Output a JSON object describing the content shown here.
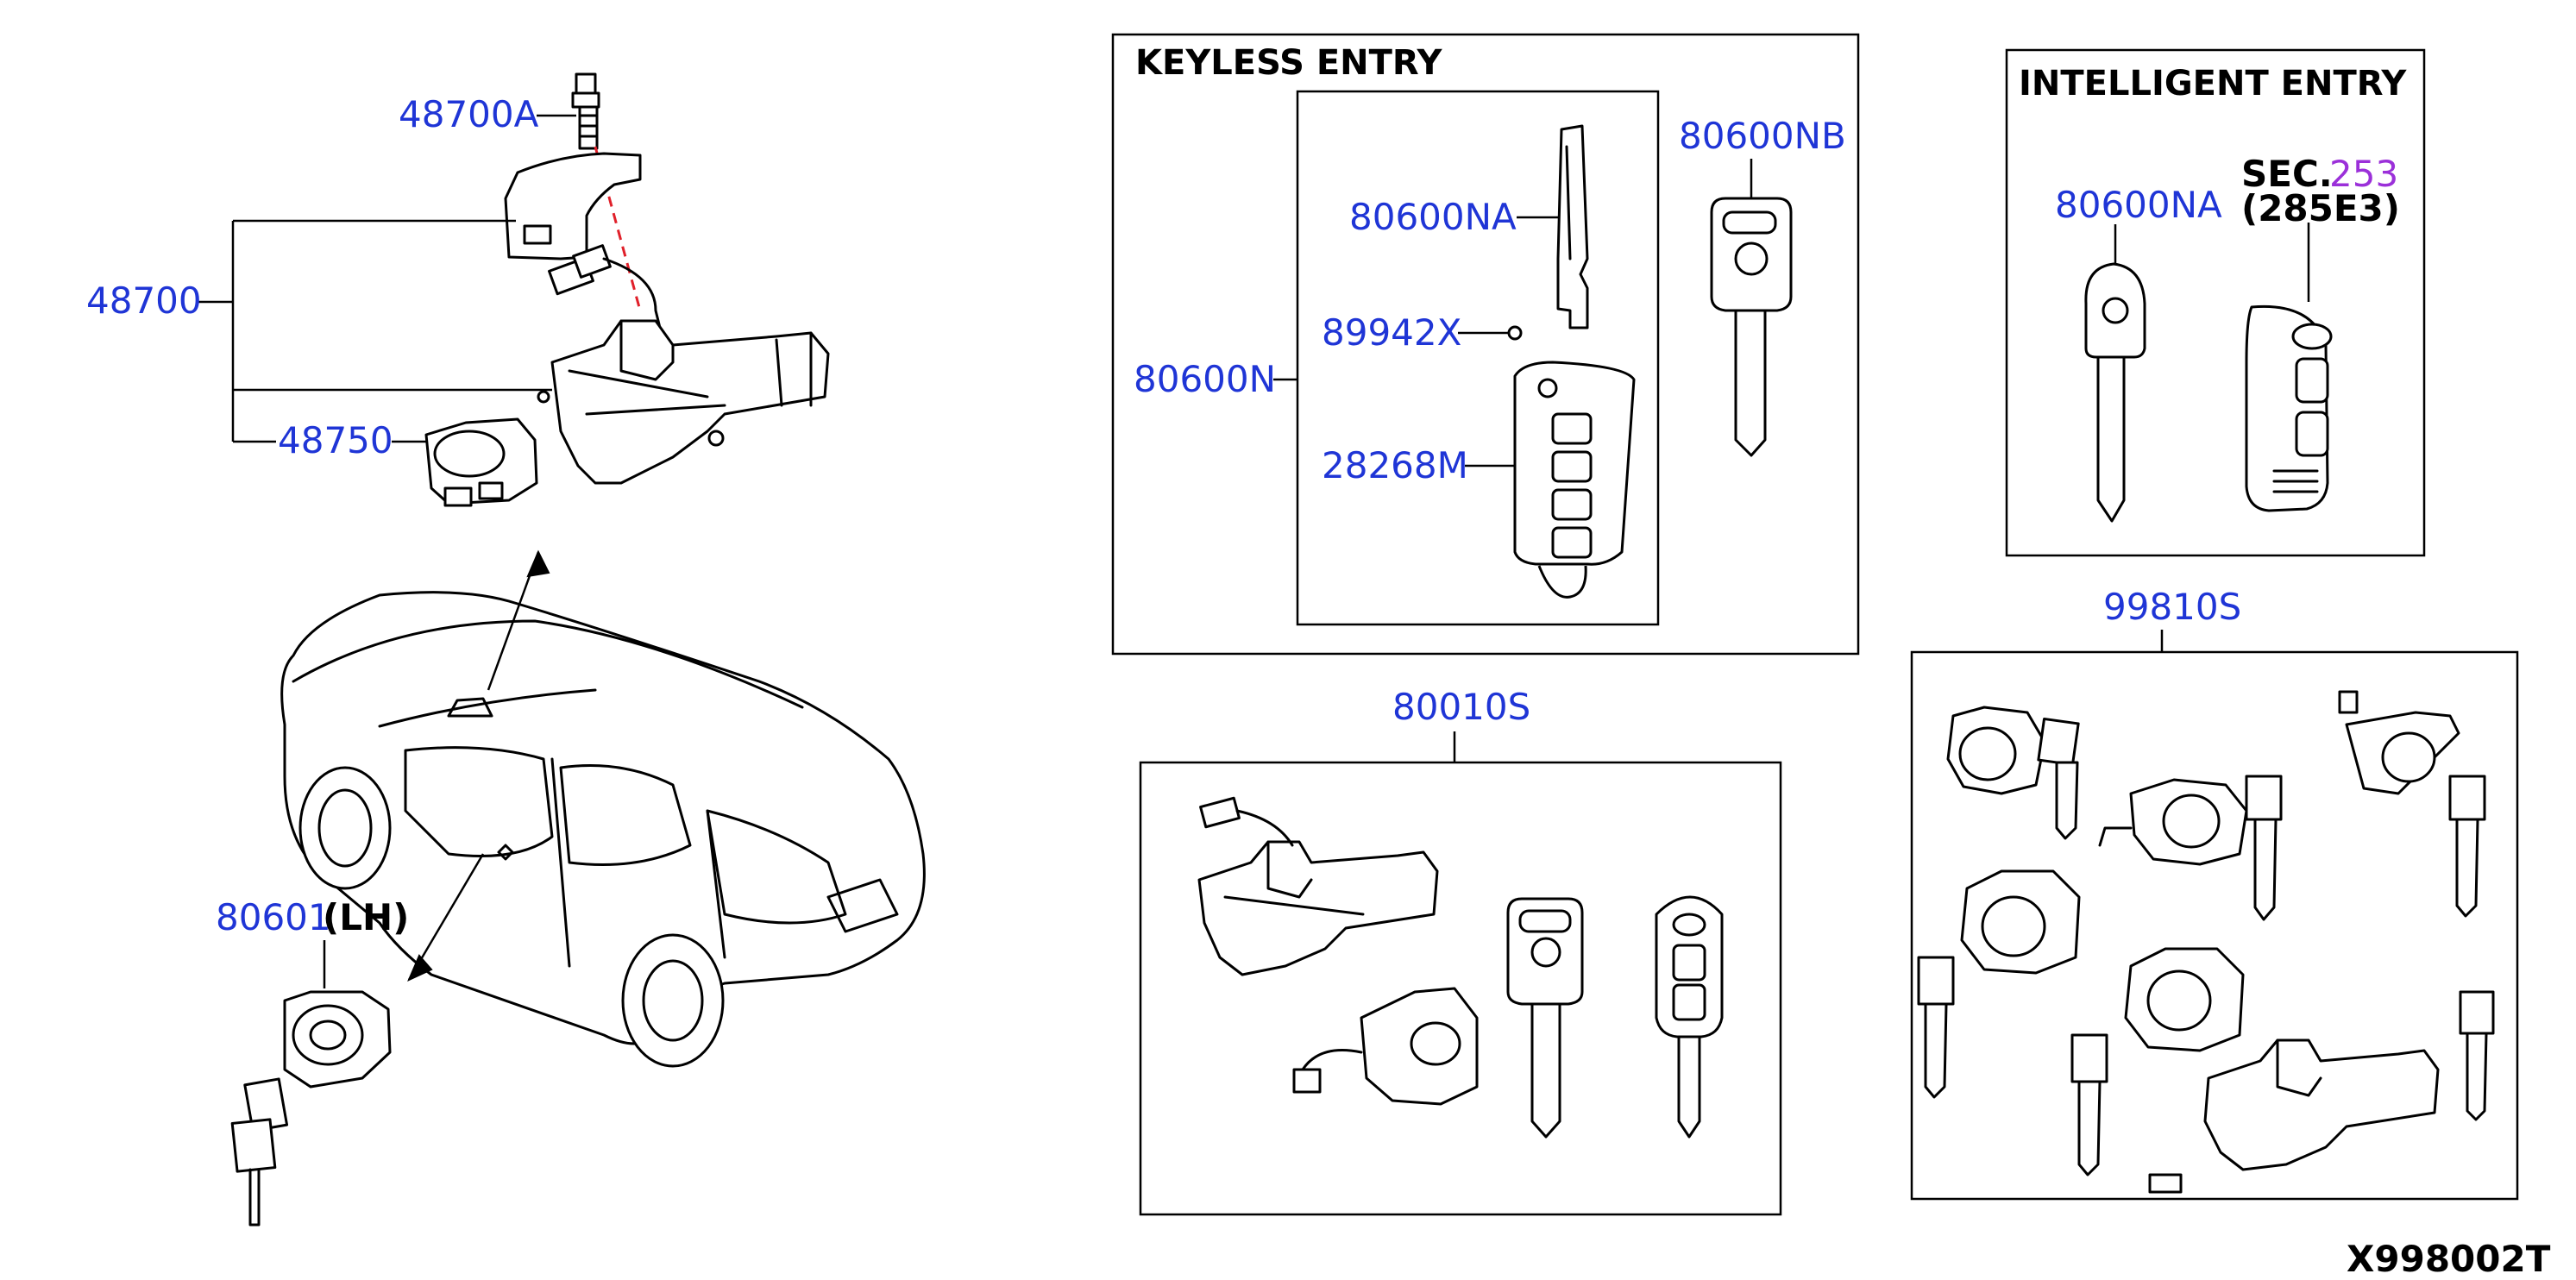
{
  "diagram_id": "X998002T",
  "labels": {
    "p48700A": "48700A",
    "p48700": "48700",
    "p48750": "48750",
    "p80601": "80601",
    "p80601_side": "(LH)",
    "p80600NA_keyless": "80600NA",
    "p89942X": "89942X",
    "p80600N": "80600N",
    "p28268M": "28268M",
    "p80600NB": "80600NB",
    "p80600NA_intel": "80600NA",
    "sec": "SEC.",
    "sec_num": "253",
    "sec_ref": "(285E3)",
    "p80010S": "80010S",
    "p99810S": "99810S"
  },
  "sections": {
    "keyless_entry": "KEYLESS ENTRY",
    "intelligent_entry": "INTELLIGENT ENTRY"
  },
  "colors": {
    "part_number": "#1f35d6",
    "section_ref": "#9b30d9",
    "line": "#000000",
    "dashed_guide": "#e0202a"
  }
}
